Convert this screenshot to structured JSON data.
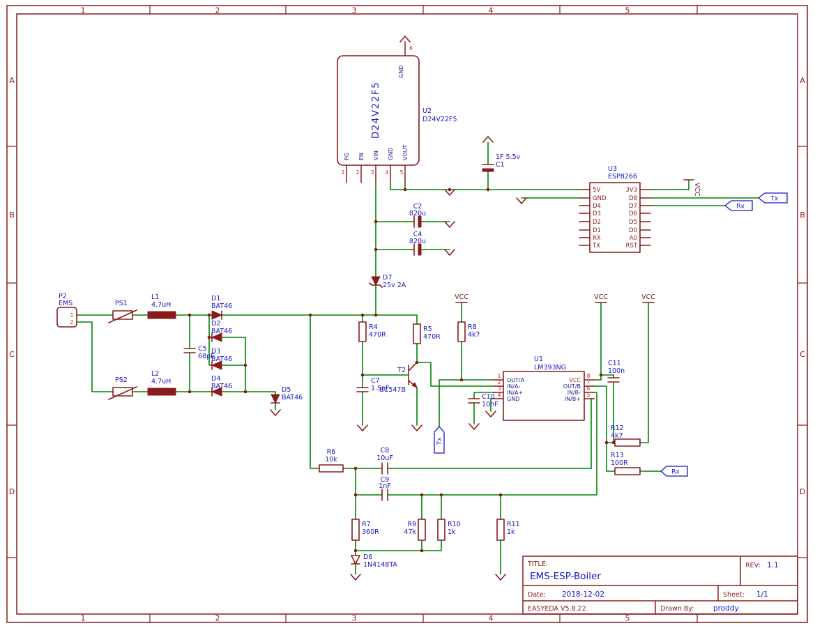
{
  "colors": {
    "wire_green": "#008400",
    "component_red": "#8b1a1a",
    "label_blue": "#1616c8",
    "pin_number_red": "#c02020",
    "frame_red": "#8a1b1b"
  },
  "frame": {
    "cols": [
      "1",
      "2",
      "3",
      "4",
      "5"
    ],
    "rows": [
      "A",
      "B",
      "C",
      "D"
    ]
  },
  "title_block": {
    "title_label": "TITLE:",
    "title": "EMS-ESP-Boiler",
    "rev_label": "REV:",
    "rev": "1.1",
    "date_label": "Date:",
    "date": "2018-12-02",
    "sheet_label": "Sheet:",
    "sheet": "1/1",
    "tool": "EASYEDA V5.8.22",
    "drawn_label": "Drawn By:",
    "drawn_by": "proddy"
  },
  "power": {
    "vcc": "VCC"
  },
  "flags": {
    "tx": "Tx",
    "rx": "Rx"
  },
  "u2": {
    "ref": "U2",
    "part": "D24V22F5",
    "body": "D24V22F5",
    "pin_numbers": [
      "1",
      "2",
      "3",
      "4",
      "5",
      "6"
    ],
    "pin_names": [
      "PG",
      "EN",
      "VIN",
      "GND",
      "VOUT",
      "GND"
    ]
  },
  "u3": {
    "ref": "U3",
    "part": "ESP8266",
    "left": [
      "5V",
      "GND",
      "D4",
      "D3",
      "D2",
      "D1",
      "RX",
      "TX"
    ],
    "right": [
      "3V3",
      "D8",
      "D7",
      "D6",
      "D5",
      "D0",
      "A0",
      "RST"
    ]
  },
  "u1": {
    "ref": "U1",
    "part": "LM393NG",
    "left_numbers": [
      "1",
      "2",
      "3",
      "4"
    ],
    "left_names": [
      "OUT/A",
      "IN/A-",
      "IN/A+",
      "GND"
    ],
    "right_numbers": [
      "8",
      "7",
      "6",
      "5"
    ],
    "right_names": [
      "VCC",
      "OUT/B",
      "IN/B-",
      "IN/B+"
    ]
  },
  "p2": {
    "ref": "P2",
    "value": "EMS",
    "pins": [
      "1",
      "2"
    ]
  },
  "parts": {
    "ps1": {
      "ref": "PS1"
    },
    "ps2": {
      "ref": "PS2"
    },
    "l1": {
      "ref": "L1",
      "value": "4.7uH"
    },
    "l2": {
      "ref": "L2",
      "value": "4.7uH"
    },
    "d1": {
      "ref": "D1",
      "value": "BAT46"
    },
    "d2": {
      "ref": "D2",
      "value": "BAT46"
    },
    "d3": {
      "ref": "D3",
      "value": "BAT46"
    },
    "d4": {
      "ref": "D4",
      "value": "BAT46"
    },
    "d5": {
      "ref": "D5",
      "value": "BAT46"
    },
    "d6": {
      "ref": "D6",
      "value": "1N4148TA"
    },
    "d7": {
      "ref": "D7",
      "value": "25v 2A"
    },
    "c1": {
      "ref": "C1",
      "value": "1F 5.5v"
    },
    "c2": {
      "ref": "C2",
      "value": "820u"
    },
    "c4": {
      "ref": "C4",
      "value": "820u"
    },
    "c5": {
      "ref": "C5",
      "value": "68pF"
    },
    "c7": {
      "ref": "C7",
      "value": "1.5nF"
    },
    "c8": {
      "ref": "C8",
      "value": "10uF"
    },
    "c9": {
      "ref": "C9",
      "value": "1nF"
    },
    "c10": {
      "ref": "C10",
      "value": "10nF"
    },
    "c11": {
      "ref": "C11",
      "value": "100n"
    },
    "r4": {
      "ref": "R4",
      "value": "470R"
    },
    "r5": {
      "ref": "R5",
      "value": "470R"
    },
    "r6": {
      "ref": "R6",
      "value": "10k"
    },
    "r7": {
      "ref": "R7",
      "value": "360R"
    },
    "r8": {
      "ref": "R8",
      "value": "4k7"
    },
    "r9": {
      "ref": "R9",
      "value": "47k"
    },
    "r10": {
      "ref": "R10",
      "value": "1k"
    },
    "r11": {
      "ref": "R11",
      "value": "1k"
    },
    "r12": {
      "ref": "R12",
      "value": "4k7"
    },
    "r13": {
      "ref": "R13",
      "value": "100R"
    },
    "t2": {
      "ref": "T2",
      "value": "BC547B"
    }
  }
}
